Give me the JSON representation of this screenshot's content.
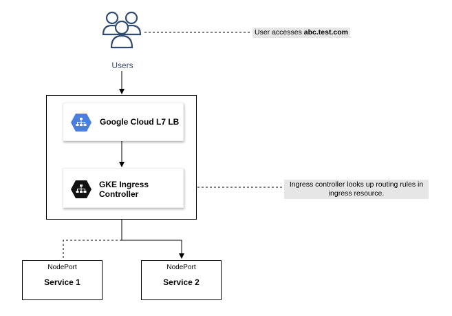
{
  "users": {
    "label": "Users",
    "icon": "users-icon"
  },
  "notes": {
    "user_access_prefix": "User accesses ",
    "user_access_domain": "abc.test.com",
    "ingress_lookup": "Ingress controller looks up routing rules in ingress resource."
  },
  "nodes": {
    "cloud_lb": {
      "label": "Google Cloud L7 LB",
      "icon": "network-hierarchy-icon",
      "icon_color": "#4a7fe0"
    },
    "gke_ingress": {
      "label": "GKE Ingress Controller",
      "icon": "network-hierarchy-icon",
      "icon_color": "#111111"
    }
  },
  "services": [
    {
      "port_type": "NodePort",
      "name": "Service 1"
    },
    {
      "port_type": "NodePort",
      "name": "Service 2"
    }
  ],
  "colors": {
    "users_label": "#2f4a6d",
    "note_bg": "#e6e6e6"
  }
}
